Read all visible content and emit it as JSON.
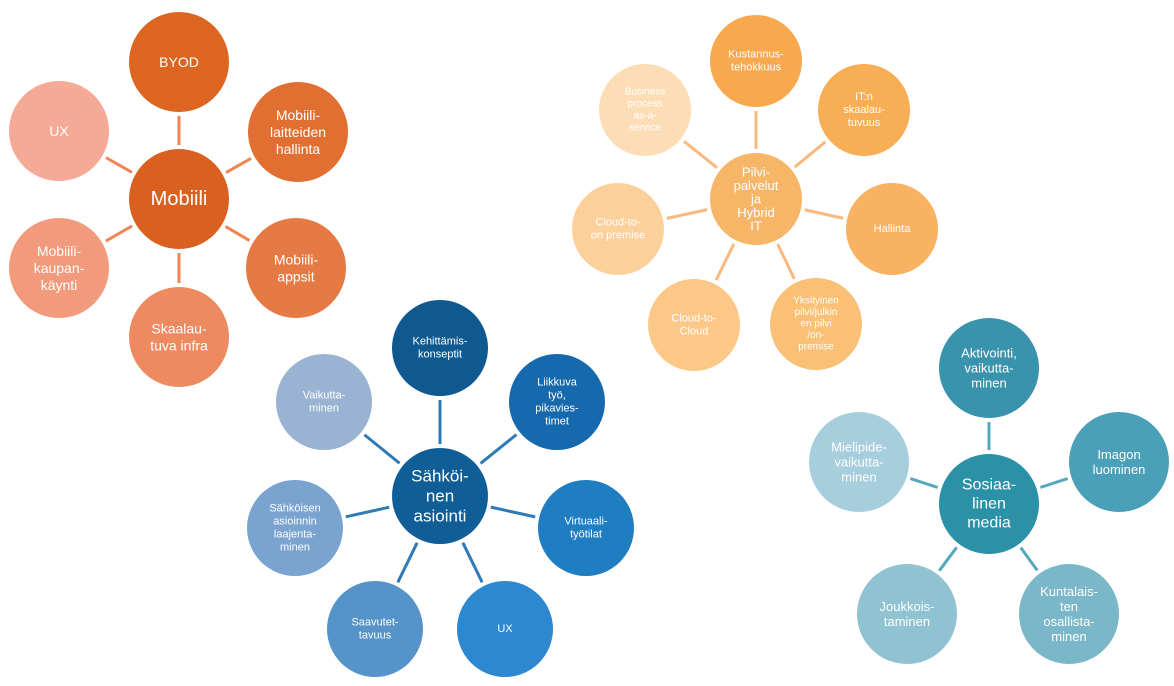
{
  "clusters": [
    {
      "id": "mobiili",
      "connector_color": "#F08552",
      "hub": {
        "lines": [
          "Mobiili"
        ],
        "color": "#D9601F"
      },
      "spokes": [
        {
          "lines": [
            "BYOD"
          ],
          "color": "#DD6522"
        },
        {
          "lines": [
            "Mobiili-",
            "laitteiden",
            "hallinta"
          ],
          "color": "#E06F31"
        },
        {
          "lines": [
            "Mobiili-",
            "appsit"
          ],
          "color": "#E67A45"
        },
        {
          "lines": [
            "Skaalau-",
            "tuva infra"
          ],
          "color": "#EE8A60"
        },
        {
          "lines": [
            "Mobiili-",
            "kaupan-",
            "käynti"
          ],
          "color": "#F19A7C"
        },
        {
          "lines": [
            "UX"
          ],
          "color": "#F5AA98"
        }
      ]
    },
    {
      "id": "pilvi",
      "connector_color": "#F8B97F",
      "hub": {
        "lines": [
          "Pilvi-",
          "palvelut",
          "ja",
          "Hybrid",
          "IT"
        ],
        "color": "#F7B667"
      },
      "spokes": [
        {
          "lines": [
            "Kustannus-",
            "tehokkuus"
          ],
          "color": "#F8A94E"
        },
        {
          "lines": [
            "IT:n",
            "skaalau-",
            "tuvuus"
          ],
          "color": "#F8AE55"
        },
        {
          "lines": [
            "Hallinta"
          ],
          "color": "#F9B261"
        },
        {
          "lines": [
            "Yksityinen",
            "pilvi/julkin",
            "en pilvi",
            "/on-",
            "premise"
          ],
          "color": "#FAC076"
        },
        {
          "lines": [
            "Cloud-to-",
            "Cloud"
          ],
          "color": "#FBC888"
        },
        {
          "lines": [
            "Cloud-to-",
            "on premise"
          ],
          "color": "#FCD09B"
        },
        {
          "lines": [
            "Business",
            "process",
            "as-a-",
            "service"
          ],
          "color": "#FCDDB5"
        }
      ]
    },
    {
      "id": "sahkoinen",
      "connector_color": "#2E7AB4",
      "hub": {
        "lines": [
          "Sähköi-",
          "nen",
          "asiointi"
        ],
        "color": "#0F5E98"
      },
      "spokes": [
        {
          "lines": [
            "Kehittämis-",
            "konseptit"
          ],
          "color": "#0E5A90"
        },
        {
          "lines": [
            "Liikkuva",
            "työ,",
            "pikavies-",
            "timet"
          ],
          "color": "#1669AC"
        },
        {
          "lines": [
            "Virtuaali-",
            "työtilat"
          ],
          "color": "#1F7DC2"
        },
        {
          "lines": [
            "UX"
          ],
          "color": "#2E88D0"
        },
        {
          "lines": [
            "Saavutet-",
            "tavuus"
          ],
          "color": "#5593C9"
        },
        {
          "lines": [
            "Sähköisen",
            "asioinnin",
            "laajenta-",
            "minen"
          ],
          "color": "#7AA3D0"
        },
        {
          "lines": [
            "Vaikutta-",
            "minen"
          ],
          "color": "#9AB3D3"
        }
      ]
    },
    {
      "id": "sosiaalinen",
      "connector_color": "#56A8BC",
      "hub": {
        "lines": [
          "Sosiaa-",
          "linen",
          "media"
        ],
        "color": "#2B91A6"
      },
      "spokes": [
        {
          "lines": [
            "Aktivointi,",
            "vaikutta-",
            "minen"
          ],
          "color": "#3A93AC"
        },
        {
          "lines": [
            "Imagon",
            "luominen"
          ],
          "color": "#49A0B8"
        },
        {
          "lines": [
            "Kuntalais-",
            "ten",
            "osallista-",
            "minen"
          ],
          "color": "#7AB7C9"
        },
        {
          "lines": [
            "Joukkois-",
            "taminen"
          ],
          "color": "#8FC3D2"
        },
        {
          "lines": [
            "Mielipide-",
            "vaikutta-",
            "minen"
          ],
          "color": "#A6CEDD"
        }
      ]
    }
  ]
}
